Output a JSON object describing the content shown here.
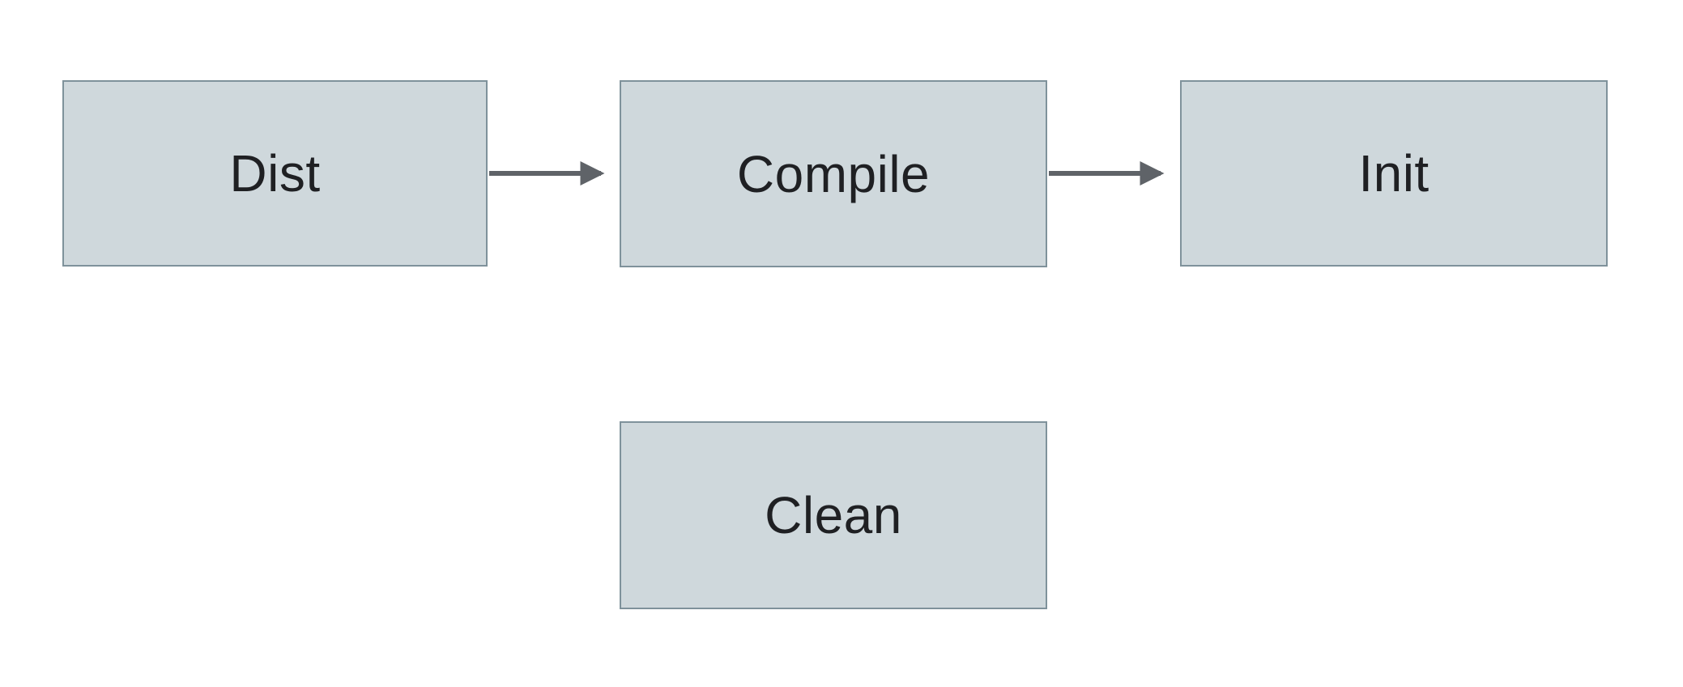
{
  "diagram": {
    "type": "flowchart",
    "nodes": [
      {
        "id": "dist",
        "label": "Dist"
      },
      {
        "id": "compile",
        "label": "Compile"
      },
      {
        "id": "init",
        "label": "Init"
      },
      {
        "id": "clean",
        "label": "Clean"
      }
    ],
    "edges": [
      {
        "from": "dist",
        "to": "compile",
        "direction": "right-arrow"
      },
      {
        "from": "compile",
        "to": "init",
        "direction": "right-arrow"
      }
    ],
    "colors": {
      "node_fill": "#cfd8dc",
      "node_border": "#7f929b",
      "arrow": "#5f6368",
      "text": "#1f2023",
      "background": "#ffffff"
    }
  }
}
